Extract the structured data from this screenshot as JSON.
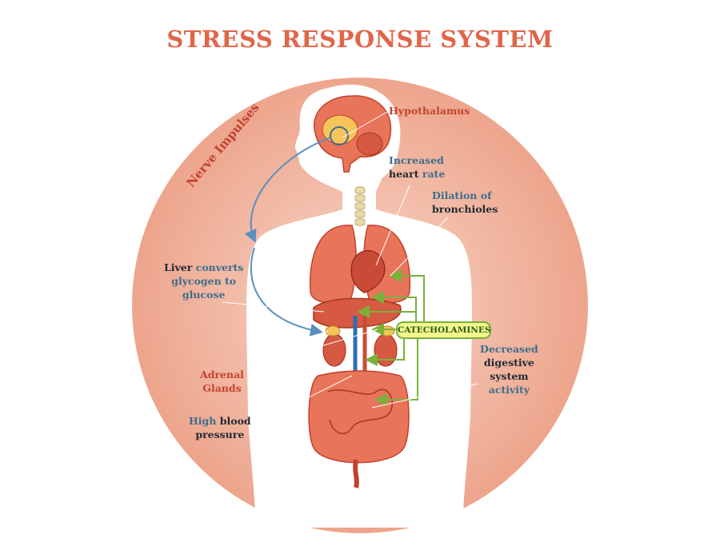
{
  "title": "STRESS RESPONSE SYSTEM",
  "colors": {
    "circle": "#f2b9a4",
    "body": "#ffffff",
    "organ": "#e8745a",
    "title": "#e0664a",
    "label_red": "#c4412f",
    "label_blue": "#3d6e8c",
    "green_arrow": "#79b13b",
    "nerve_arrow": "#5a8fbf"
  },
  "nerve_label": "Nerve Impulses",
  "catecholamines": "CATECHOLAMINES",
  "labels": {
    "hypothalamus": "Hypothalamus",
    "heart_1": "Increased",
    "heart_2": "heart",
    "heart_3": "rate",
    "bronchi_1": "Dilation of",
    "bronchi_2": "bronchioles",
    "liver_1": "Liver",
    "liver_2": "converts",
    "liver_3": "glycogen to",
    "liver_4": "glucose",
    "adrenal_1": "Adrenal",
    "adrenal_2": "Glands",
    "bp_1": "High",
    "bp_2": "blood",
    "bp_3": "pressure",
    "dig_1": "Decreased",
    "dig_2": "digestive",
    "dig_3": "system",
    "dig_4": "activity"
  }
}
